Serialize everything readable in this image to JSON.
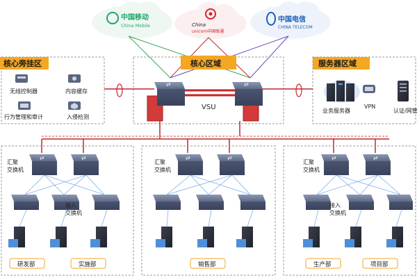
{
  "isps": [
    {
      "name_cn": "中国移动",
      "name_en": "China Mobile",
      "color": "#1ea66a"
    },
    {
      "name_cn": "China",
      "name_en": "unicom中国联通",
      "color": "#d8232a"
    },
    {
      "name_cn": "中国电信",
      "name_en": "CHINA TELECOM",
      "color": "#1d5fb8"
    }
  ],
  "zones": {
    "bypass": {
      "title": "核心旁挂区"
    },
    "core": {
      "title": "核心区域",
      "vsu": "VSU"
    },
    "server": {
      "title": "服务器区域"
    }
  },
  "bypass_items": [
    "无线控制器",
    "内容缓存",
    "行为管理和审计",
    "入侵检测"
  ],
  "server_items": [
    "业务服务器",
    "VPN",
    "认证/网管"
  ],
  "aggregation_label": [
    "汇聚",
    "交换机"
  ],
  "access_label": [
    "接入",
    "交换机"
  ],
  "departments": [
    "研发部",
    "实施部",
    "销售部",
    "生产部",
    "项目部"
  ],
  "colors": {
    "accent": "#f5a623",
    "core_line": "#c0262c",
    "green_line": "#3aa35a",
    "purple_line": "#6a4bb0",
    "switch": "#5a6680",
    "dashed": "#9a9a9a"
  }
}
